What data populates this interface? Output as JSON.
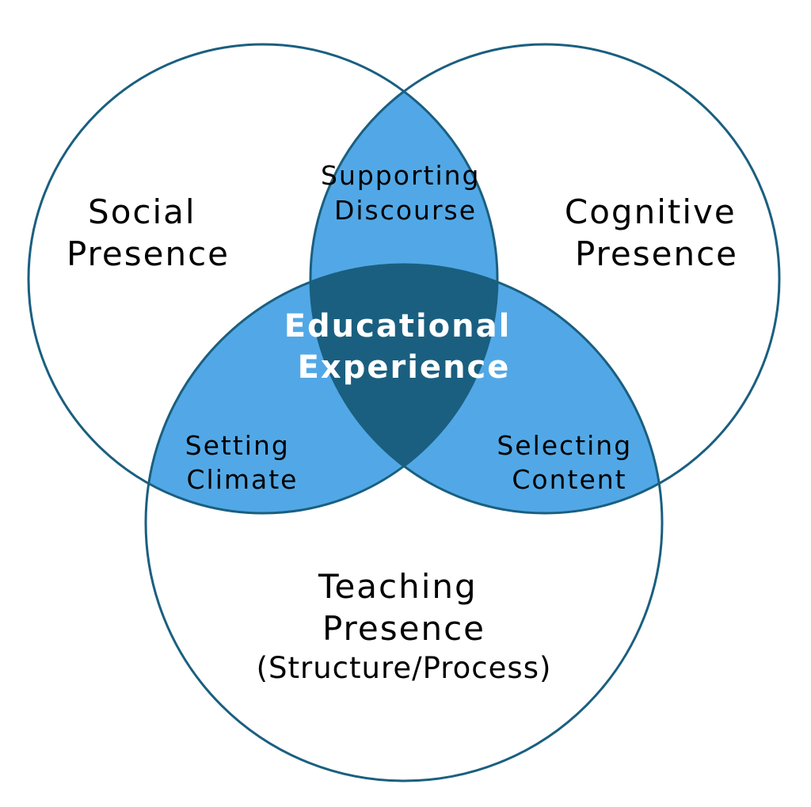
{
  "circles": {
    "social": {
      "label_line1": "Social",
      "label_line2": "Presence"
    },
    "cognitive": {
      "label_line1": "Cognitive",
      "label_line2": "Presence"
    },
    "teaching": {
      "label_line1": "Teaching",
      "label_line2": "Presence",
      "label_line3": "(Structure/Process)"
    }
  },
  "intersections": {
    "social_cognitive": {
      "label_line1": "Supporting",
      "label_line2": "Discourse"
    },
    "social_teaching": {
      "label_line1": "Setting",
      "label_line2": "Climate"
    },
    "cognitive_teaching": {
      "label_line1": "Selecting",
      "label_line2": "Content"
    },
    "center": {
      "label_line1": "Educational",
      "label_line2": "Experience"
    }
  },
  "colors": {
    "outline": "#1a5f80",
    "pair_fill": "#52a8e6",
    "center_fill": "#1a5f80",
    "text_dark": "#000000",
    "text_light": "#ffffff",
    "background": "#ffffff"
  }
}
